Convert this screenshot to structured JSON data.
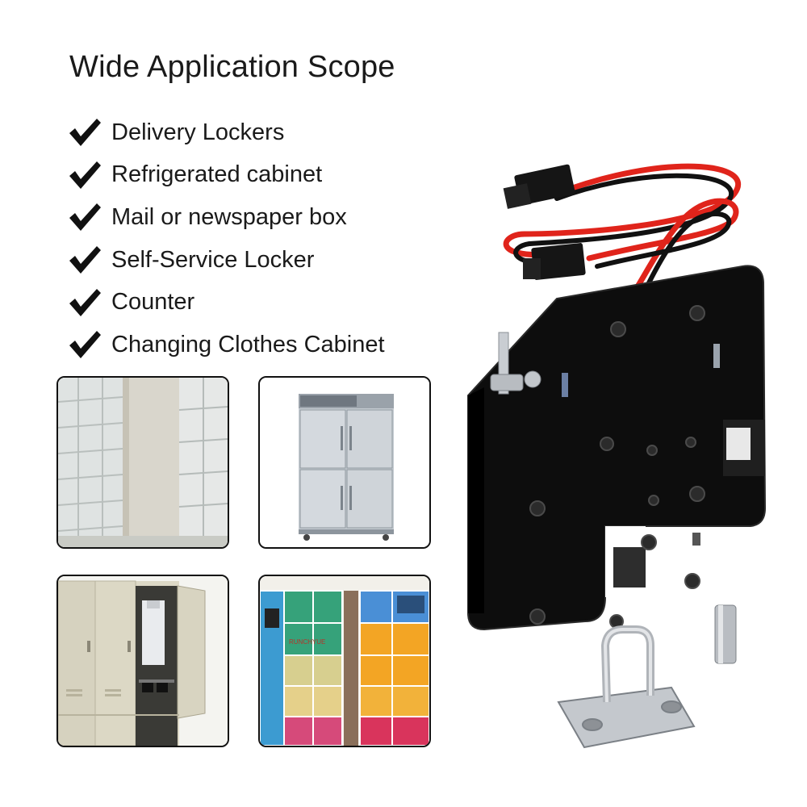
{
  "heading": "Wide Application Scope",
  "applications": [
    "Delivery Lockers",
    "Refrigerated cabinet",
    "Mail or newspaper box",
    "Self-Service Locker",
    "Counter",
    "Changing Clothes Cabinet"
  ],
  "photo_brand_text": "RUNCHYUE",
  "colors": {
    "text": "#1a1a1a",
    "lock_body": "#0d0d0d",
    "wire_red": "#e0241b",
    "wire_black": "#111111",
    "steel": "#c9cdd2"
  },
  "icons": [
    "checkmark-icon"
  ]
}
